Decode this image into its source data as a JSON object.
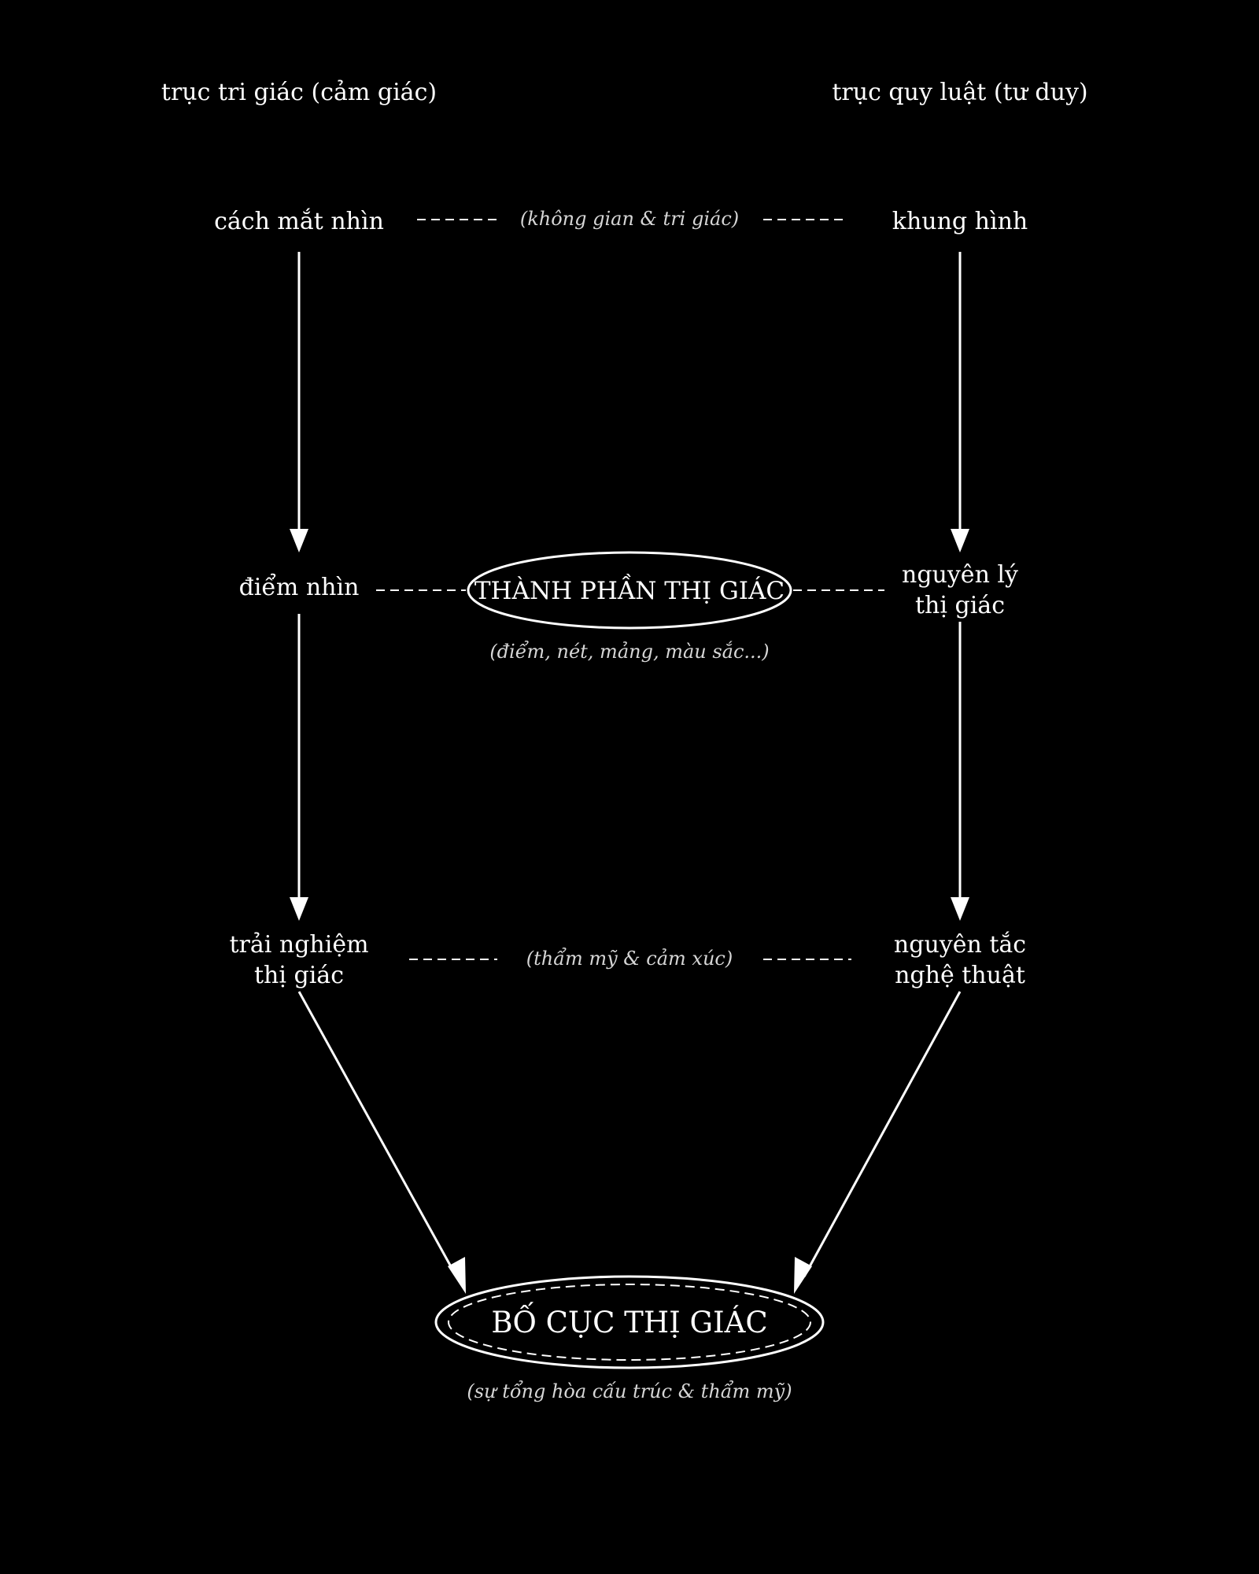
{
  "axes": {
    "left": "trục tri giác (cảm giác)",
    "right": "trục quy luật (tư duy)"
  },
  "row1": {
    "left": "cách mắt nhìn",
    "right": "khung hình",
    "note": "(không gian & tri giác)"
  },
  "row2": {
    "left": "điểm nhìn",
    "center": "THÀNH PHẦN THỊ GIÁC",
    "center_note": "(điểm, nét, mảng, màu sắc...)",
    "right_line1": "nguyên lý",
    "right_line2": "thị giác"
  },
  "row3": {
    "left_line1": "trải nghiệm",
    "left_line2": "thị giác",
    "note": "(thẩm mỹ & cảm xúc)",
    "right_line1": "nguyên tắc",
    "right_line2": "nghệ thuật"
  },
  "result": {
    "title": "BỐ CỤC THỊ GIÁC",
    "note": "(sự tổng hòa cấu trúc & thẩm mỹ)"
  },
  "colors": {
    "background": "#000000",
    "foreground": "#ffffff",
    "note": "#d6d6d6"
  }
}
